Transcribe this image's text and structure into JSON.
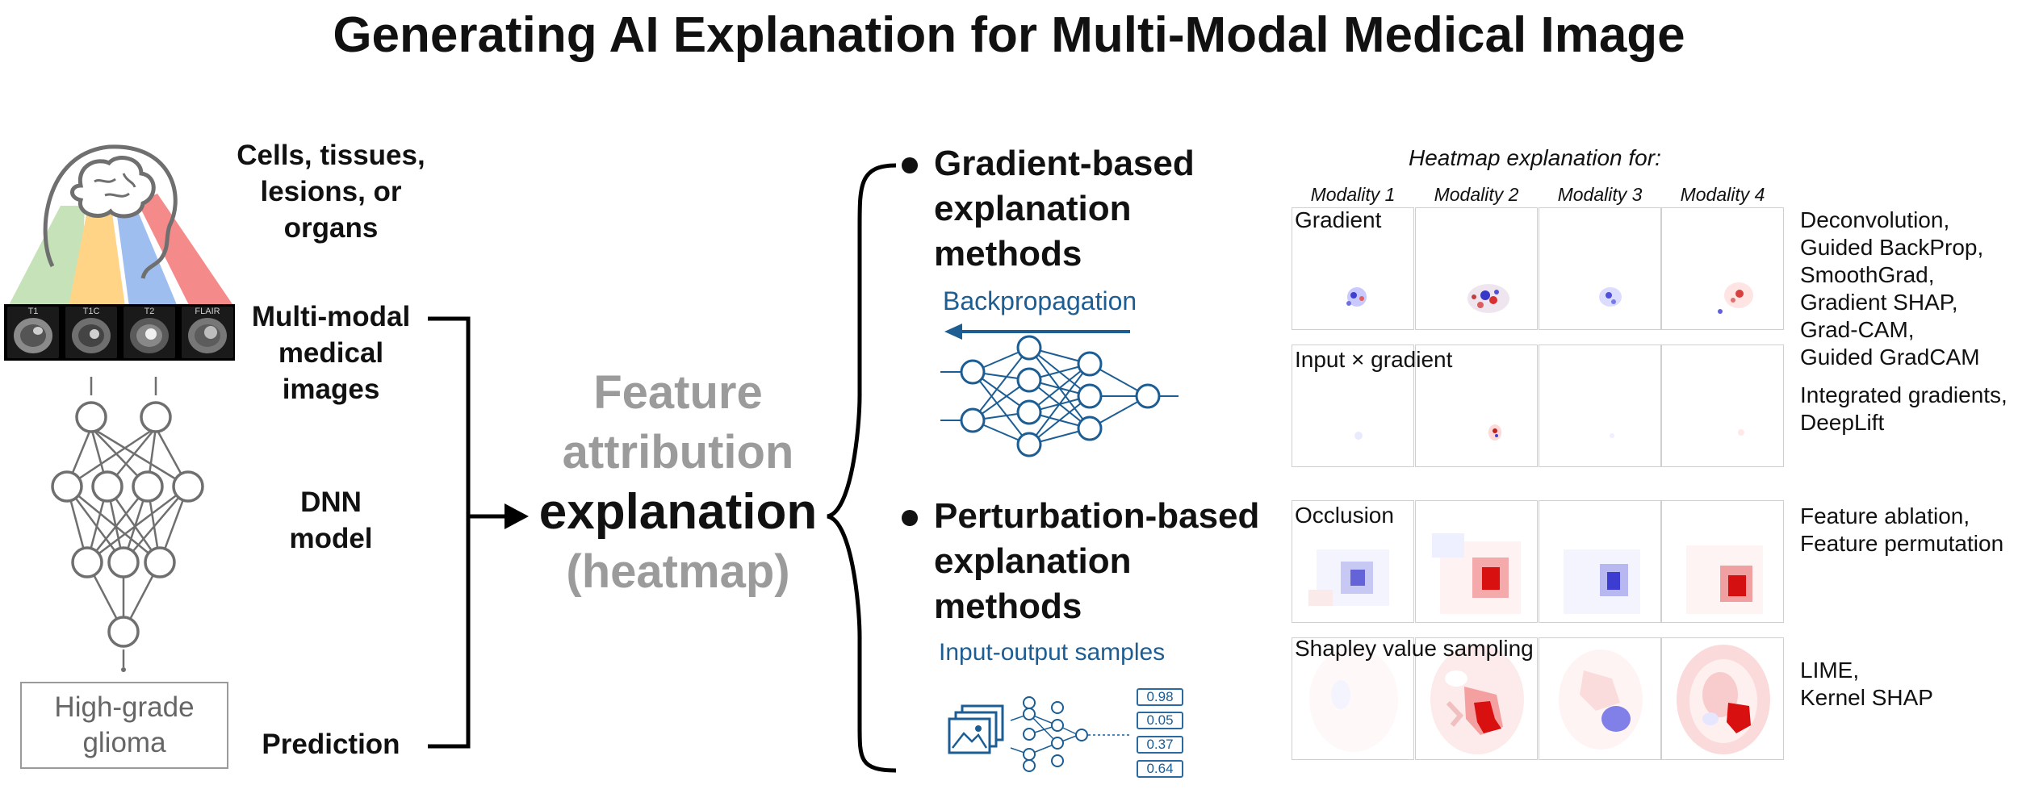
{
  "title": "Generating AI Explanation for Multi-Modal Medical Image",
  "left": {
    "cells_label": [
      "Cells, tissues,",
      "lesions, or",
      "organs"
    ],
    "modalities": [
      "T1",
      "T1C",
      "T2",
      "FLAIR"
    ],
    "multimodal_label": [
      "Multi-modal",
      "medical",
      "images"
    ],
    "dnn_label": [
      "DNN",
      "model"
    ],
    "prediction_box": [
      "High-grade",
      "glioma"
    ],
    "prediction_label": "Prediction"
  },
  "center": {
    "line1": "Feature",
    "line2": "attribution",
    "line3": "explanation",
    "line4": "(heatmap)"
  },
  "methods": {
    "gradient_head": [
      "Gradient-based",
      "explanation",
      "methods"
    ],
    "backprop_label": "Backpropagation",
    "perturbation_head": [
      "Perturbation-based",
      "explanation",
      "methods"
    ],
    "io_label": "Input-output samples",
    "scores": [
      "0.98",
      "0.05",
      "0.37",
      "0.64"
    ]
  },
  "heatmap": {
    "header": "Heatmap explanation for:",
    "modalities": [
      "Modality 1",
      "Modality 2",
      "Modality 3",
      "Modality 4"
    ],
    "rows": [
      {
        "label": "Gradient"
      },
      {
        "label": "Input × gradient"
      },
      {
        "label": "Occlusion"
      },
      {
        "label": "Shapley value sampling"
      }
    ],
    "side_groups": [
      [
        "Deconvolution,",
        "Guided BackProp,",
        "SmoothGrad,",
        "Gradient SHAP,",
        "Grad-CAM,",
        "Guided GradCAM"
      ],
      [
        "Integrated gradients,",
        "DeepLift"
      ],
      [
        "Feature ablation,",
        "Feature permutation"
      ],
      [
        "LIME,",
        "Kernel SHAP"
      ]
    ]
  },
  "colors": {
    "blue": "#1c5d93",
    "gray_text": "#9b9b9b",
    "red": "#e01818",
    "heat_blue": "#3d3dd9"
  }
}
